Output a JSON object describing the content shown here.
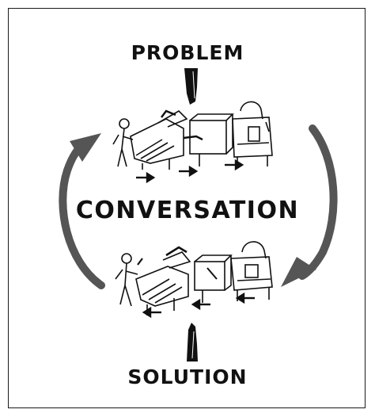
{
  "labels": {
    "top": "PROBLEM",
    "center": "CONVERSATION",
    "bottom": "SOLUTION"
  },
  "icons": {
    "cycle_left": "curved-arrow-up-icon",
    "cycle_right": "curved-arrow-down-icon",
    "flow_top": "arrow-right-icon",
    "flow_bottom": "arrow-left-icon"
  },
  "colors": {
    "ink": "#111111",
    "cycle_arrow": "#555555"
  }
}
